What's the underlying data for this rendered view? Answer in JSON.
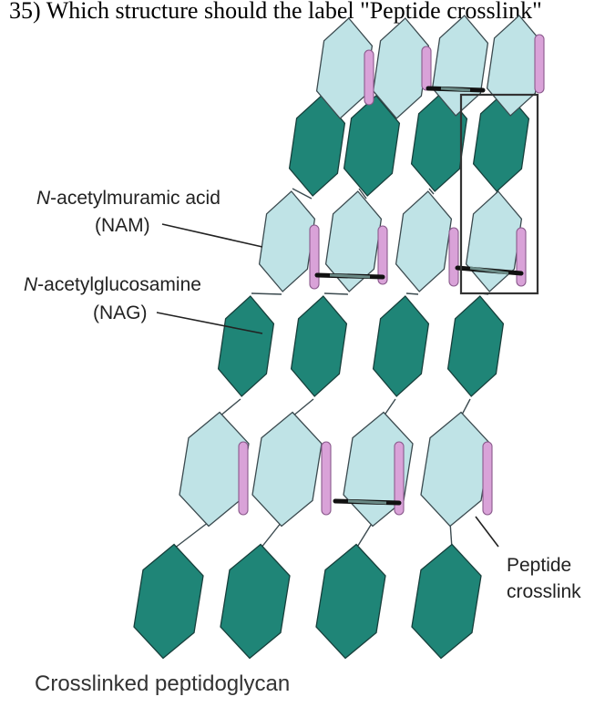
{
  "question": {
    "text": "35) Which structure should the label \"Peptide crosslink\""
  },
  "labels": {
    "nam_line1_italic": "N",
    "nam_line1_rest": "-acetylmuramic acid",
    "nam_line2": "(NAM)",
    "nag_line1_italic": "N",
    "nag_line1_rest": "-acetylglucosamine",
    "nag_line2": "(NAG)",
    "peptide_line1": "Peptide",
    "peptide_line2": "crosslink"
  },
  "caption": "Crosslinked peptidoglycan",
  "colors": {
    "nam": "#bfe3e6",
    "nag": "#1f8577",
    "peptide": "#d9a2d8",
    "crosslink": "#555555"
  }
}
